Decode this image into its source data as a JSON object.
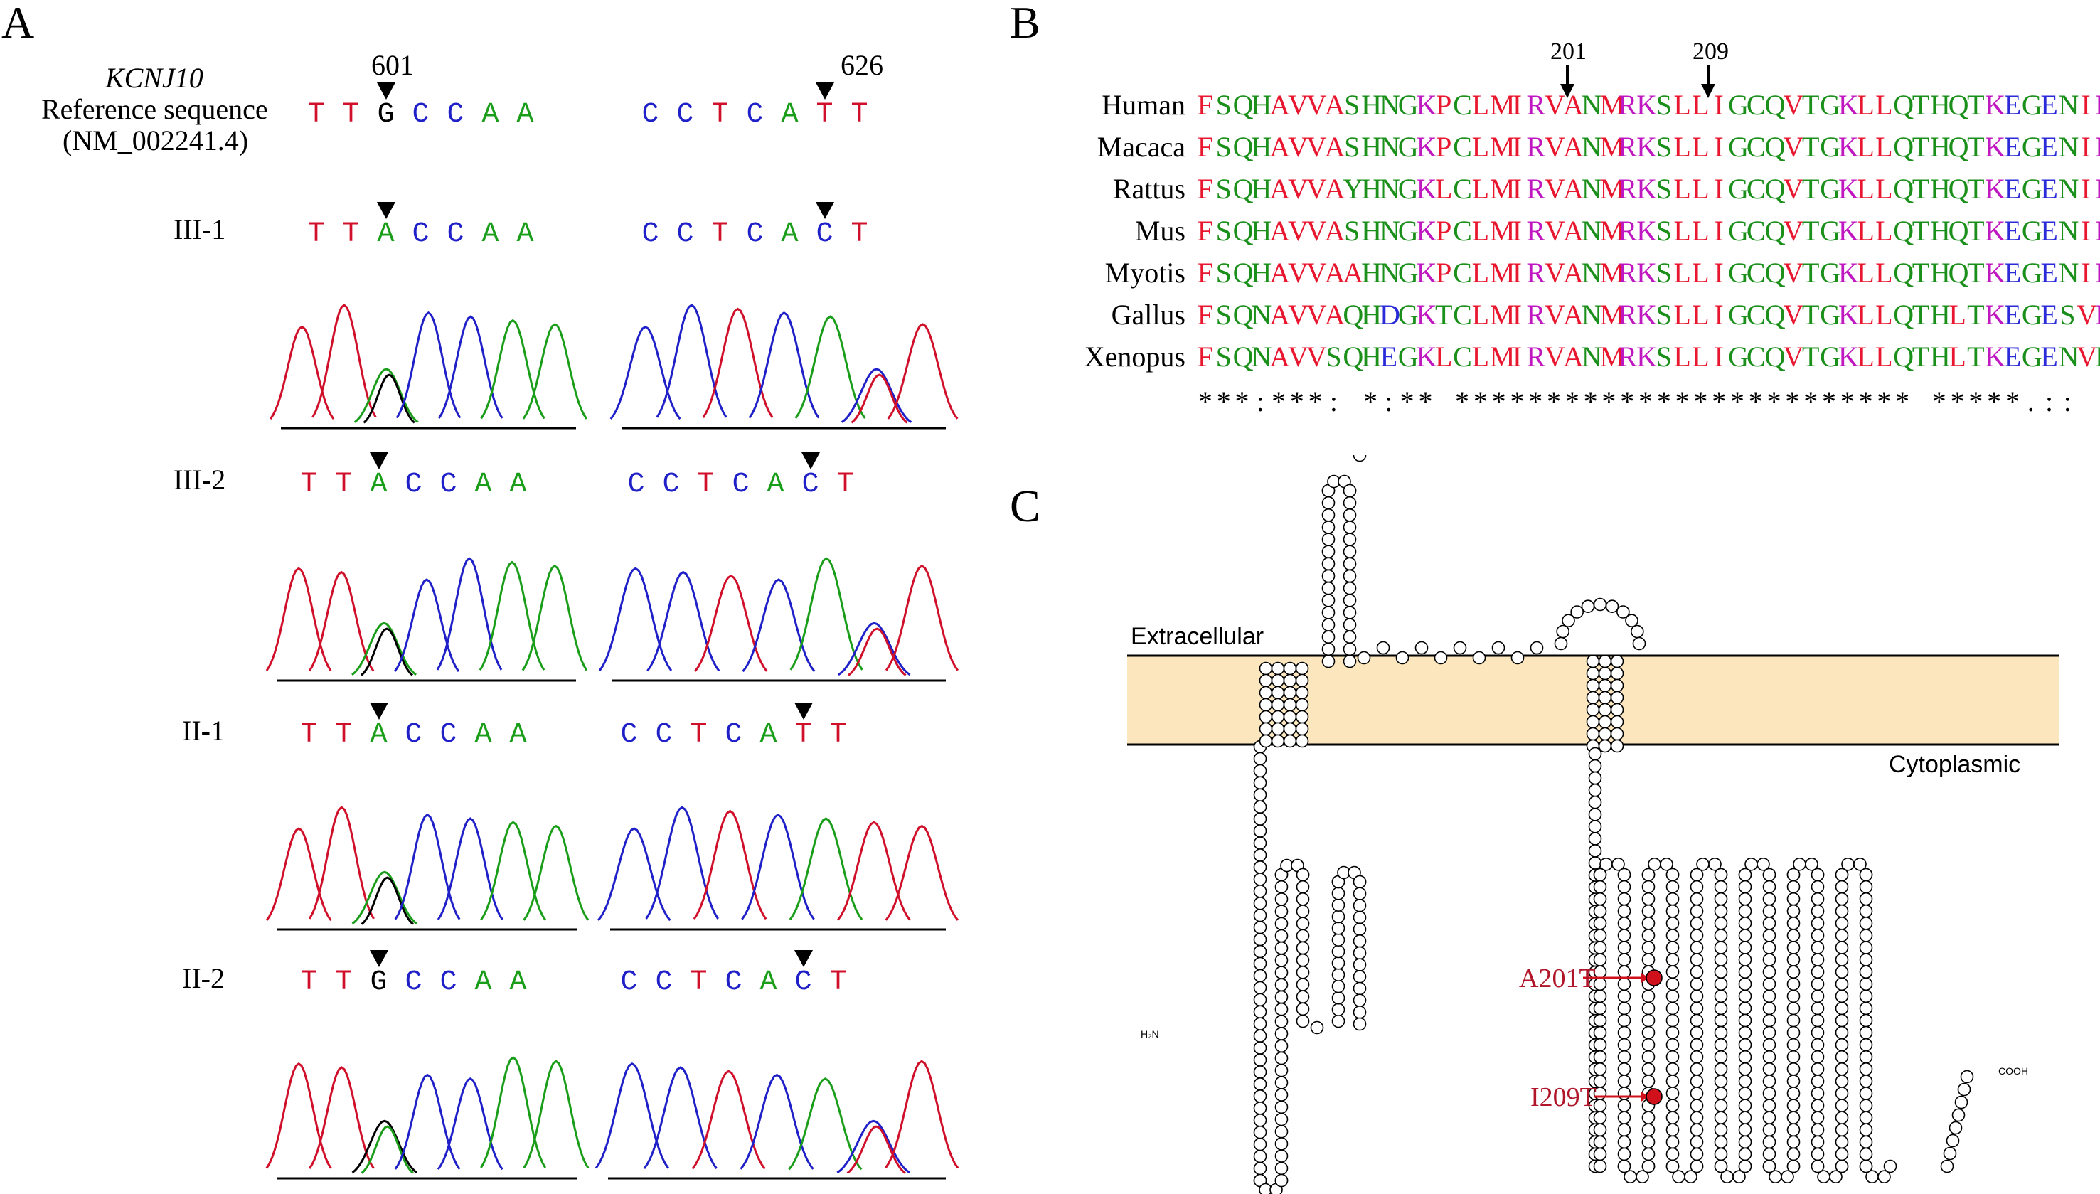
{
  "panelA": {
    "letter": "A",
    "gene": "KCNJ10",
    "ref_label": "Reference sequence",
    "ref_accession": "(NM_002241.4)",
    "pos_left": "601",
    "pos_right": "626",
    "rows": [
      {
        "name": "",
        "left": "TTGCCAA",
        "right": "CCTCATT"
      },
      {
        "name": "III-1",
        "left": "TTACCAA",
        "right": "CCTCACT"
      },
      {
        "name": "III-2",
        "left": "TTACCAA",
        "right": "CCTCACT"
      },
      {
        "name": "II-1",
        "left": "TTACCAA",
        "right": "CCTCATT"
      },
      {
        "name": "II-2",
        "left": "TTGCCAA",
        "right": "CCTCACT"
      }
    ],
    "colors": {
      "A": "#1a9e1a",
      "C": "#2020c8",
      "G": "#000000",
      "T": "#d0102a"
    }
  },
  "panelB": {
    "letter": "B",
    "marker1": "201",
    "marker2": "209",
    "species": [
      {
        "name": "Human",
        "seq": "FSQHAVVASHNGKPCLMIRVANMRKSLLIGCQVTGKLLQTHQTKEGENIR"
      },
      {
        "name": "Macaca",
        "seq": "FSQHAVVASHNGKPCLMIRVANMRKSLLIGCQVTGKLLQTHQTKEGENIR"
      },
      {
        "name": "Rattus",
        "seq": "FSQHAVVAYHNGKLCLMIRVANMRKSLLIGCQVTGKLLQTHQTKEGENIR"
      },
      {
        "name": "Mus",
        "seq": "FSQHAVVASHNGKPCLMIRVANMRKSLLIGCQVTGKLLQTHQTKEGENIR"
      },
      {
        "name": "Myotis",
        "seq": "FSQHAVVAAHNGKPCLMIRVANMRKSLLIGCQVTGKLLQTHQTKEGENIR"
      },
      {
        "name": "Gallus",
        "seq": "FSQNAVVAQHDGKTCLMIRVANMRKSLLIGCQVTGKLLQTHLTKEGESVR"
      },
      {
        "name": "Xenopus",
        "seq": "FSQNAVVSQHEGKLCLMIRVANMRKSLLIGCQVTGKLLQTHLTKEGENVH"
      }
    ],
    "consensus": "***:***: *:** ************************* *****.::",
    "aa_colors": {
      "red": "#e8162e",
      "green": "#1a8f1a",
      "magenta": "#c018c0",
      "blue": "#2a2ad8"
    }
  },
  "panelC": {
    "letter": "C",
    "extracellular": "Extracellular",
    "cytoplasmic": "Cytoplasmic",
    "nterm": "H₂N",
    "cterm": "COOH",
    "mutation1": "A201T",
    "mutation2": "I209T",
    "membrane_color": "#fbe6bd",
    "mutation_color": "#d0101a"
  }
}
